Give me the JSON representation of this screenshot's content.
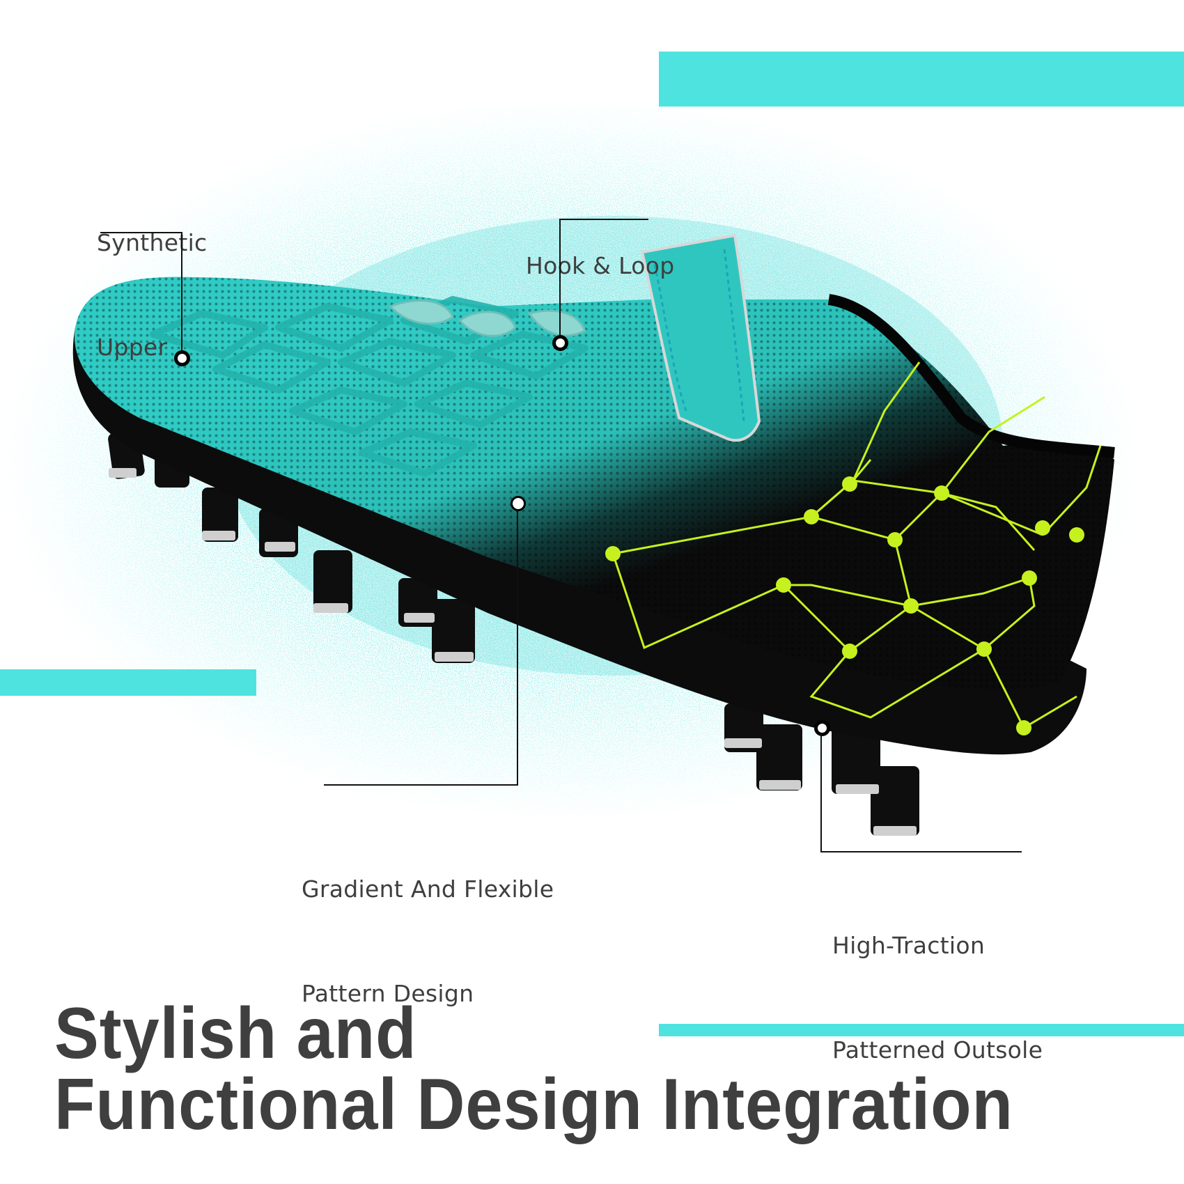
{
  "colors": {
    "accent_bar": "#4fe3e0",
    "splash": "#3fd8d3",
    "shoe_teal": "#2dc3bd",
    "shoe_black": "#101010",
    "pattern_lime": "#c6f11e",
    "text": "#3e3e3e"
  },
  "callouts": [
    {
      "id": "synthetic-upper",
      "lines": [
        "Synthetic",
        "Upper"
      ]
    },
    {
      "id": "hook-loop",
      "lines": [
        "Hook & Loop"
      ]
    },
    {
      "id": "gradient-pattern",
      "lines": [
        "Gradient And Flexible",
        "Pattern Design"
      ]
    },
    {
      "id": "outsole",
      "lines": [
        "High-Traction",
        "Patterned Outsole"
      ]
    }
  ],
  "headline": {
    "line1": "Stylish and",
    "line2": "Functional Design Integration"
  },
  "image": {
    "subject": "soccer-cleat-shoe",
    "icon": "cleat-shoe-illustration"
  }
}
